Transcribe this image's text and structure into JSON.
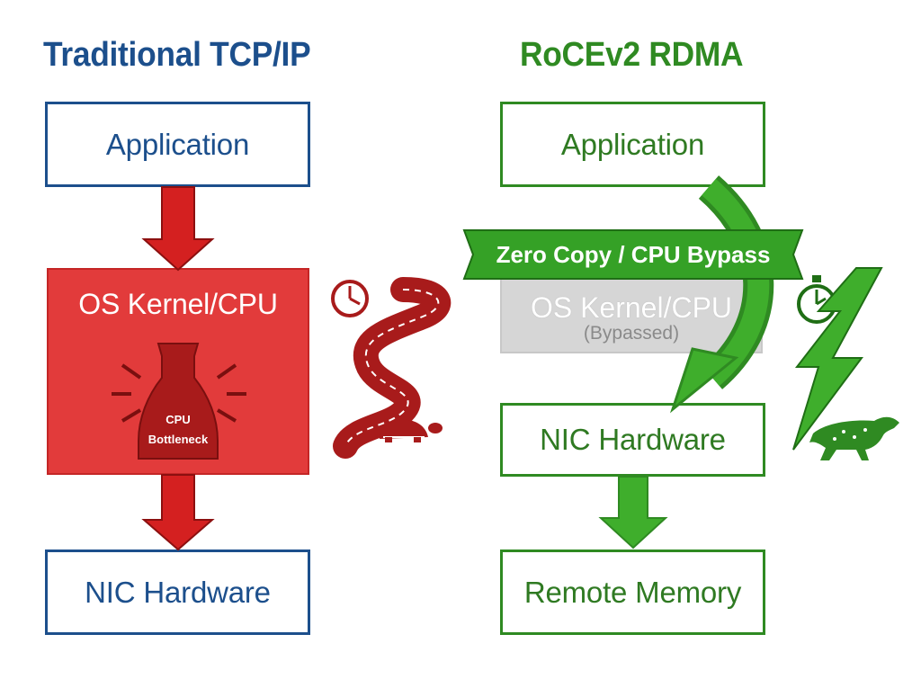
{
  "colors": {
    "tcp_blue": "#1c4f8c",
    "rdma_green": "#2f8a22",
    "alert_red": "#e23b3b",
    "dark_red": "#a81b1b",
    "bypass_gray": "#d6d6d6"
  },
  "left": {
    "title": "Traditional TCP/IP",
    "application": "Application",
    "kernel": "OS Kernel/CPU",
    "bottleneck_line1": "CPU",
    "bottleneck_line2": "Bottleneck",
    "nic": "NIC Hardware",
    "icons": [
      "clock-icon",
      "winding-road-icon",
      "turtle-icon",
      "bottleneck-flask-icon"
    ]
  },
  "right": {
    "title": "RoCEv2 RDMA",
    "application": "Application",
    "banner": "Zero Copy / CPU Bypass",
    "kernel": "OS Kernel/CPU",
    "kernel_note": "(Bypassed)",
    "nic": "NIC Hardware",
    "remote": "Remote Memory",
    "icons": [
      "stopwatch-icon",
      "lightning-bolt-icon",
      "cheetah-icon"
    ]
  }
}
